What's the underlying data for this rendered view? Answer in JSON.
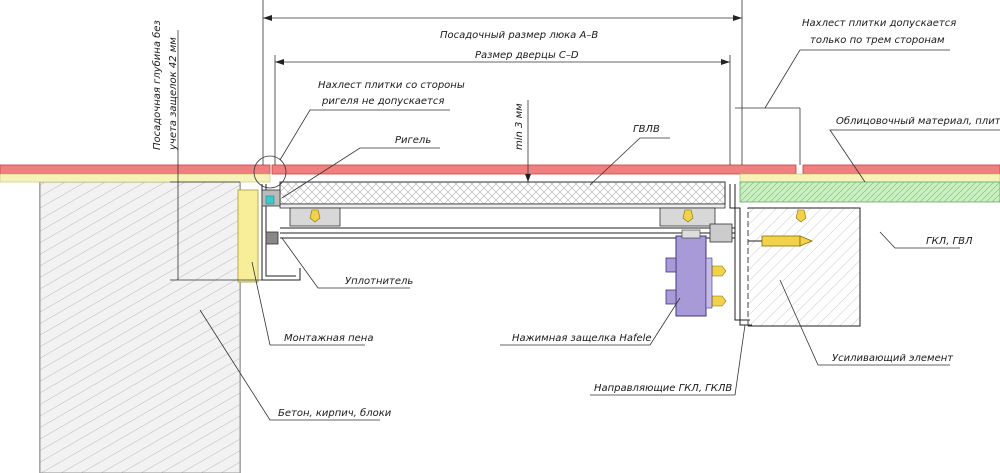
{
  "labels": {
    "hatch_size": "Посадочный размер люка A–B",
    "door_size": "Размер дверцы C–D",
    "overlap_three_sides_1": "Нахлест плитки допускается",
    "overlap_three_sides_2": "только по трем сторонам",
    "overlap_no_1": "Нахлест плитки со стороны",
    "overlap_no_2": "ригеля не допускается",
    "rigel": "Ригель",
    "gvlv": "ГВЛВ",
    "facing": "Облицовочный материал, плитка",
    "seat_depth_1": "Посадочная глубина  без",
    "seat_depth_2": "учета защелок 42 мм",
    "min_3mm": "min 3 мм",
    "seal": "Уплотнитель",
    "foam": "Монтажная пена",
    "latch": "Нажимная защелка Hafele",
    "guides": "Направляющие ГКЛ, ГКЛВ",
    "gkl": "ГКЛ, ГВЛ",
    "reinforce": "Усиливающий элемент",
    "concrete": "Бетон, кирпич, блоки"
  },
  "colors": {
    "tile": "#f08080",
    "tile_stroke": "#d23c3c",
    "glue": "#f6f2b8",
    "gkl": "#c9f0c0",
    "foam": "#f8ee9a",
    "latch": "#a79ad6",
    "concrete": "#dcdcdc",
    "seal": "#3fc8c8"
  }
}
